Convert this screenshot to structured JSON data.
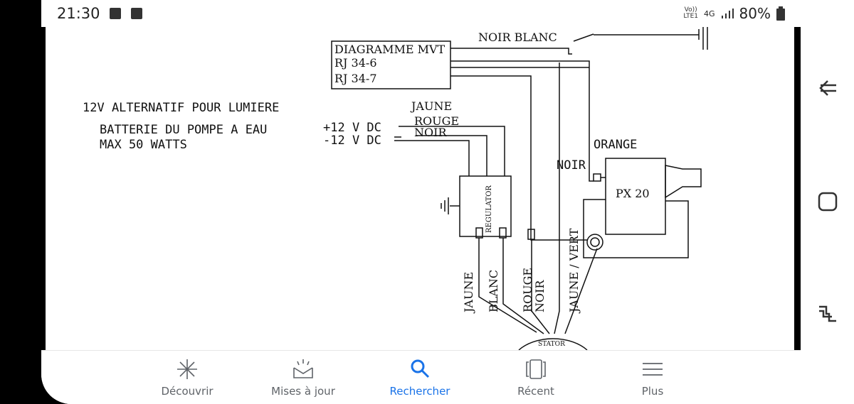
{
  "status": {
    "time": "21:30",
    "network_top": "Vo))",
    "network_bottom": "LTE1",
    "network_type": "4G",
    "battery": "80%"
  },
  "diagram": {
    "box_line1": "DIAGRAMME MVT",
    "box_line2": "RJ 34-6",
    "box_line3": "RJ 34-7",
    "noir_blanc": "NOIR BLANC",
    "ac_light": "12V ALTERNATIF POUR LUMIERE",
    "battery_line1": "BATTERIE DU POMPE A EAU",
    "battery_line2": "MAX 50 WATTS",
    "plus_dc": "+12 V DC",
    "minus_dc": "-12 V DC",
    "jaune_top": "JAUNE",
    "rouge_top": "ROUGE",
    "noir_top": "NOIR",
    "noir_right": "NOIR",
    "orange": "ORANGE",
    "px20": "PX 20",
    "regulator": "REGULATOR",
    "v_jaune": "JAUNE",
    "v_blanc": "BLANC",
    "v_rouge": "ROUGE",
    "v_noir": "NOIR",
    "v_jaune_vert": "JAUNE / VERT",
    "stator": "STATOR"
  },
  "nav": {
    "items": [
      {
        "label": "Découvrir",
        "icon": "sparkle-icon"
      },
      {
        "label": "Mises à jour",
        "icon": "updates-icon"
      },
      {
        "label": "Rechercher",
        "icon": "search-icon"
      },
      {
        "label": "Récent",
        "icon": "recent-icon"
      },
      {
        "label": "Plus",
        "icon": "menu-icon"
      }
    ],
    "active_color": "#1a73e8",
    "inactive_color": "#5f6368"
  }
}
